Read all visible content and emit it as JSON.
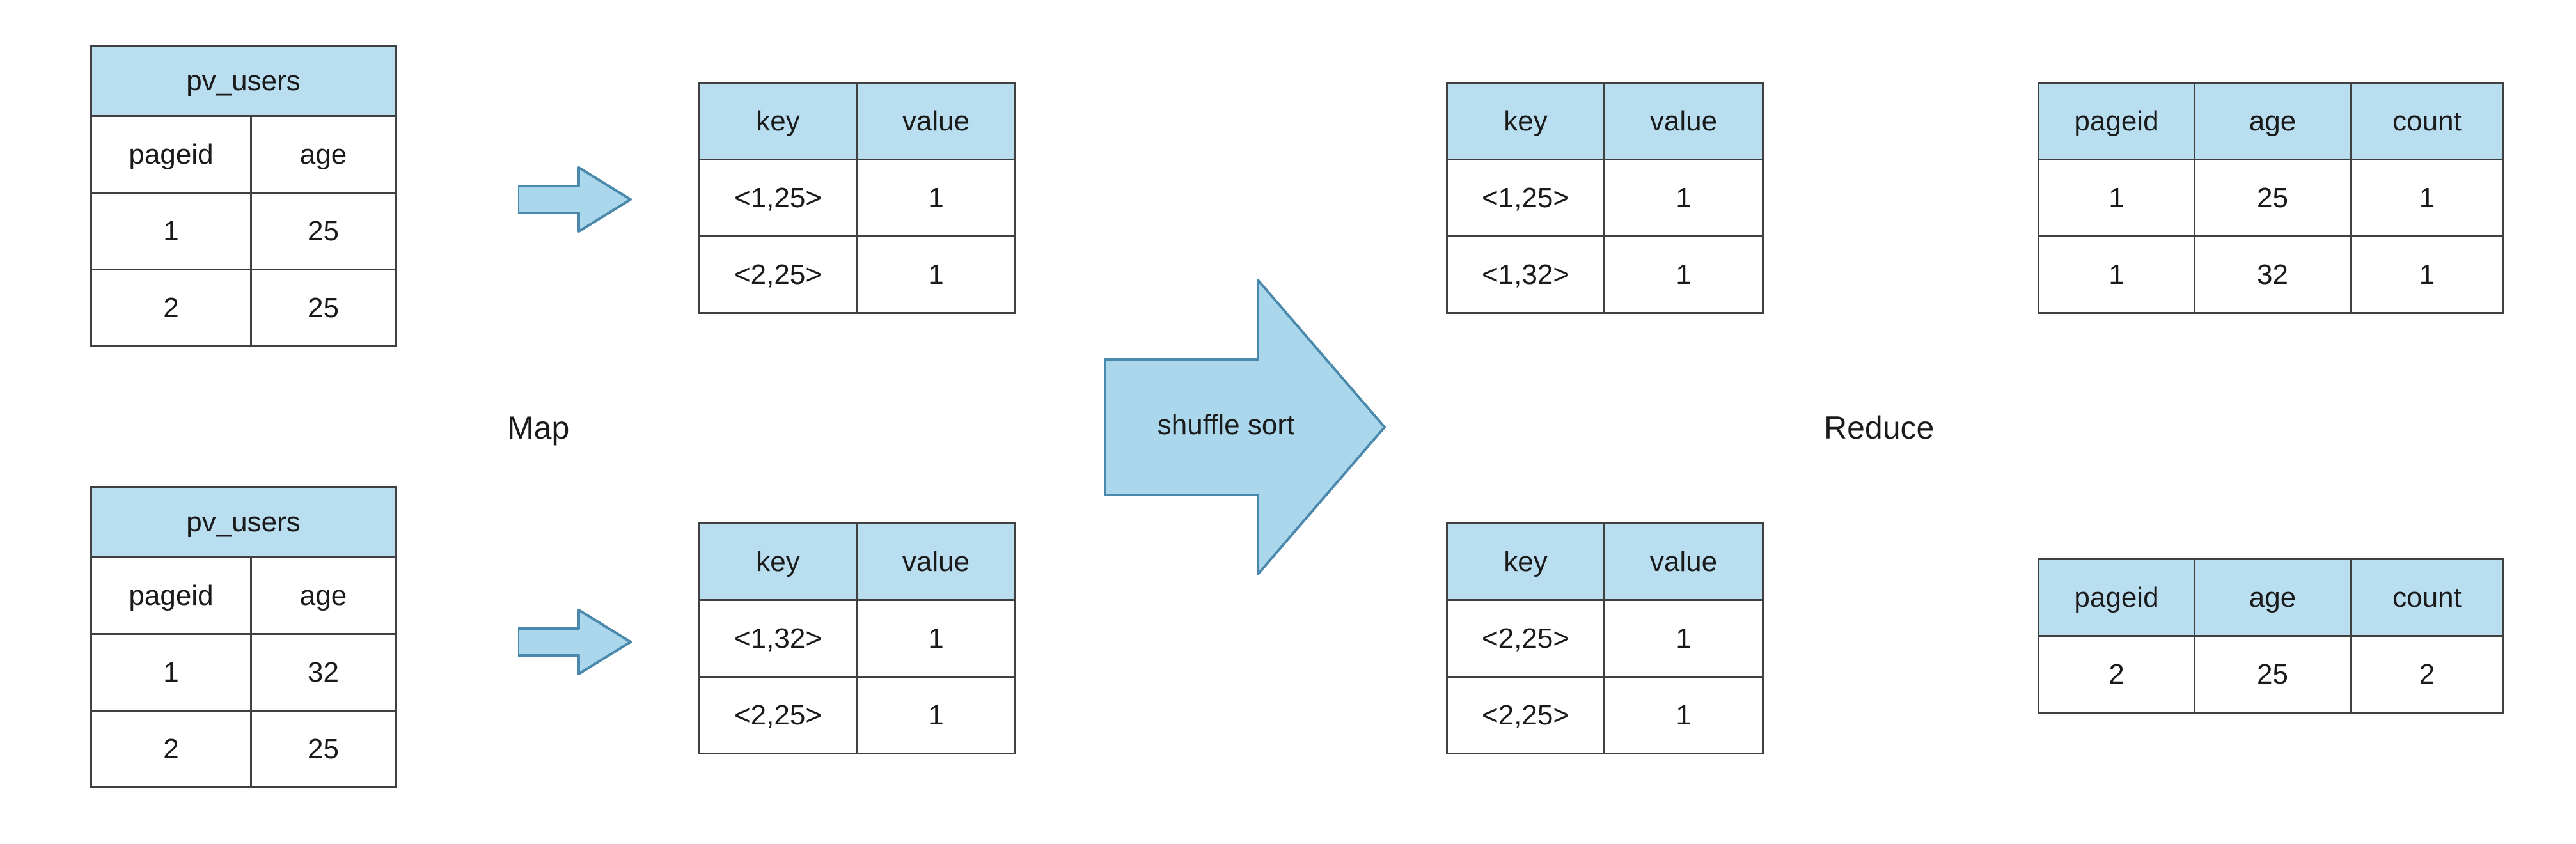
{
  "labels": {
    "map": "Map",
    "shuffle_sort": "shuffle sort",
    "reduce": "Reduce"
  },
  "colors": {
    "table_header_fill": "#b9def0",
    "arrow_fill": "#abd7ec",
    "arrow_stroke": "#4a89ac",
    "table_border": "#404040"
  },
  "tables": {
    "source_top": {
      "title": "pv_users",
      "columns": [
        "pageid",
        "age"
      ],
      "rows": [
        [
          "1",
          "25"
        ],
        [
          "2",
          "25"
        ]
      ]
    },
    "source_bottom": {
      "title": "pv_users",
      "columns": [
        "pageid",
        "age"
      ],
      "rows": [
        [
          "1",
          "32"
        ],
        [
          "2",
          "25"
        ]
      ]
    },
    "map_output_top": {
      "columns": [
        "key",
        "value"
      ],
      "rows": [
        [
          "<1,25>",
          "1"
        ],
        [
          "<2,25>",
          "1"
        ]
      ]
    },
    "map_output_bottom": {
      "columns": [
        "key",
        "value"
      ],
      "rows": [
        [
          "<1,32>",
          "1"
        ],
        [
          "<2,25>",
          "1"
        ]
      ]
    },
    "shuffle_output_top": {
      "columns": [
        "key",
        "value"
      ],
      "rows": [
        [
          "<1,25>",
          "1"
        ],
        [
          "<1,32>",
          "1"
        ]
      ]
    },
    "shuffle_output_bottom": {
      "columns": [
        "key",
        "value"
      ],
      "rows": [
        [
          "<2,25>",
          "1"
        ],
        [
          "<2,25>",
          "1"
        ]
      ]
    },
    "reduce_output_top": {
      "columns": [
        "pageid",
        "age",
        "count"
      ],
      "rows": [
        [
          "1",
          "25",
          "1"
        ],
        [
          "1",
          "32",
          "1"
        ]
      ]
    },
    "reduce_output_bottom": {
      "columns": [
        "pageid",
        "age",
        "count"
      ],
      "rows": [
        [
          "2",
          "25",
          "2"
        ]
      ]
    }
  }
}
